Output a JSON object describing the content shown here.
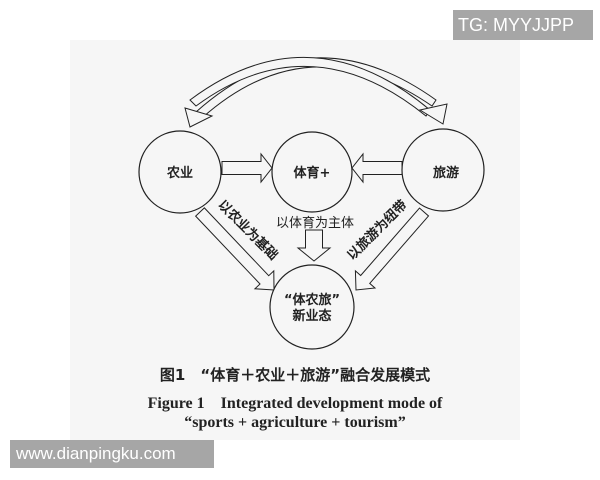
{
  "nodes": {
    "agriculture": "农业",
    "sports": "体育+",
    "tourism": "旅游",
    "new_format_line1": "“体农旅”",
    "new_format_line2": "新业态"
  },
  "edge_labels": {
    "sports_main": "以体育为主体",
    "agriculture_base": "以农业为基础",
    "tourism_link": "以旅游为纽带"
  },
  "caption": {
    "cn": "图1　“体育＋农业＋旅游”融合发展模式",
    "en_line1": "Figure 1　Integrated development mode of",
    "en_line2": "“sports + agriculture + tourism”"
  },
  "watermarks": {
    "top": "TG: MYYJJPP",
    "bottom": "www.dianpingku.com"
  }
}
